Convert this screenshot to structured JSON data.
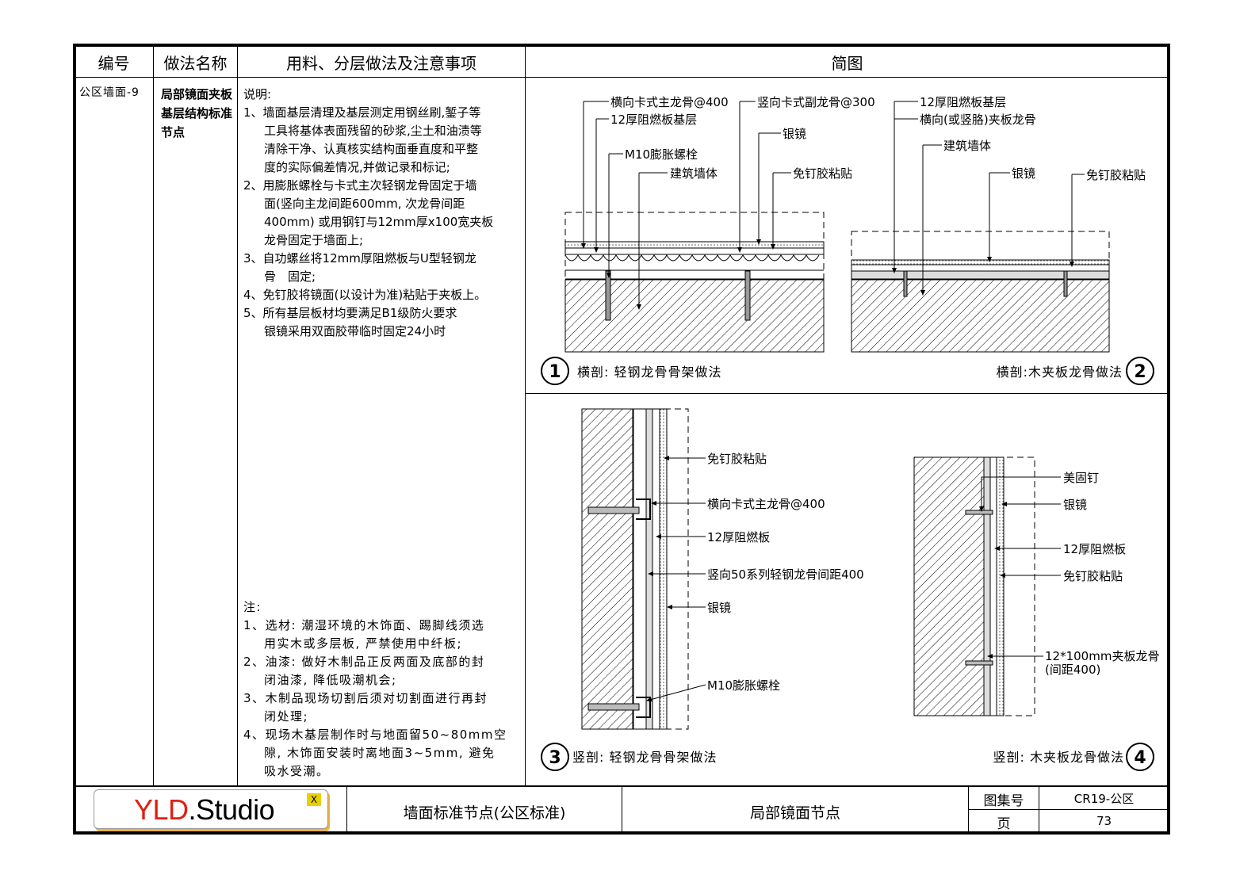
{
  "header": {
    "col_code": "编号",
    "col_name": "做法名称",
    "col_materials": "用料、分层做法及注意事项",
    "col_diagram": "简图"
  },
  "row": {
    "code": "公区墙面-9",
    "name": "局部镜面夹板基层结构标准节点",
    "notes_title": "说明:",
    "notes": [
      "1、墙面基层清理及基层测定用钢丝刷,錾子等",
      "工具将基体表面残留的砂浆,尘土和油渍等",
      "清除干净、认真核实结构面垂直度和平整",
      "度的实际偏差情况,并做记录和标记;",
      "2、用膨胀螺栓与卡式主次轻钢龙骨固定于墙",
      "面(竖向主龙间距600mm, 次龙骨间距",
      "400mm) 或用钢钉与12mm厚x100宽夹板",
      "龙骨固定于墙面上;",
      "3、自功螺丝将12mm厚阻燃板与U型轻钢龙",
      "骨　固定;",
      "4、免钉胶将镜面(以设计为准)粘贴于夹板上。",
      "5、所有基层板材均要满足B1级防火要求",
      "银镜采用双面胶带临时固定24小时"
    ],
    "remarks_title": "注:",
    "remarks": [
      "1、选材: 潮湿环境的木饰面、踢脚线须选",
      "用实木或多层板, 严禁使用中纤板;",
      "2、油漆: 做好木制品正反两面及底部的封",
      "闭油漆, 降低吸潮机会;",
      "3、木制品现场切割后须对切割面进行再封",
      "闭处理;",
      "4、现场木基层制作时与地面留50~80mm空",
      "隙, 木饰面安装时离地面3~5mm, 避免",
      "吸水受潮。"
    ]
  },
  "diagrams": {
    "d1": {
      "number": "1",
      "caption": "横剖: 轻钢龙骨骨架做法",
      "labels": [
        "横向卡式主龙骨@400",
        "12厚阻燃板基层",
        "M10膨胀螺栓",
        "建筑墙体",
        "竖向卡式副龙骨@300",
        "银镜",
        "免钉胶粘贴"
      ]
    },
    "d2": {
      "number": "2",
      "caption": "横剖:木夹板龙骨做法",
      "labels": [
        "12厚阻燃板基层",
        "横向(或竖胳)夹板龙骨",
        "建筑墙体",
        "银镜",
        "免钉胶粘贴"
      ]
    },
    "d3": {
      "number": "3",
      "caption": "竖剖: 轻钢龙骨骨架做法",
      "labels": [
        "免钉胶粘贴",
        "横向卡式主龙骨@400",
        "12厚阻燃板",
        "竖向50系列轻钢龙骨间距400",
        "银镜",
        "M10膨胀螺栓"
      ]
    },
    "d4": {
      "number": "4",
      "caption": "竖剖: 木夹板龙骨做法",
      "labels": [
        "美固钉",
        "银镜",
        "12厚阻燃板",
        "免钉胶粘贴",
        "12*100mm夹板龙骨",
        "(间距400)"
      ]
    }
  },
  "titleblock": {
    "logo_a": "YLD",
    "logo_b": ".Studio",
    "logo_mark": "X",
    "category": "墙面标准节点(公区标准)",
    "drawing_name": "局部镜面节点",
    "atlas_label": "图集号",
    "atlas_value": "CR19-公区",
    "page_label": "页",
    "page_value": "73"
  }
}
